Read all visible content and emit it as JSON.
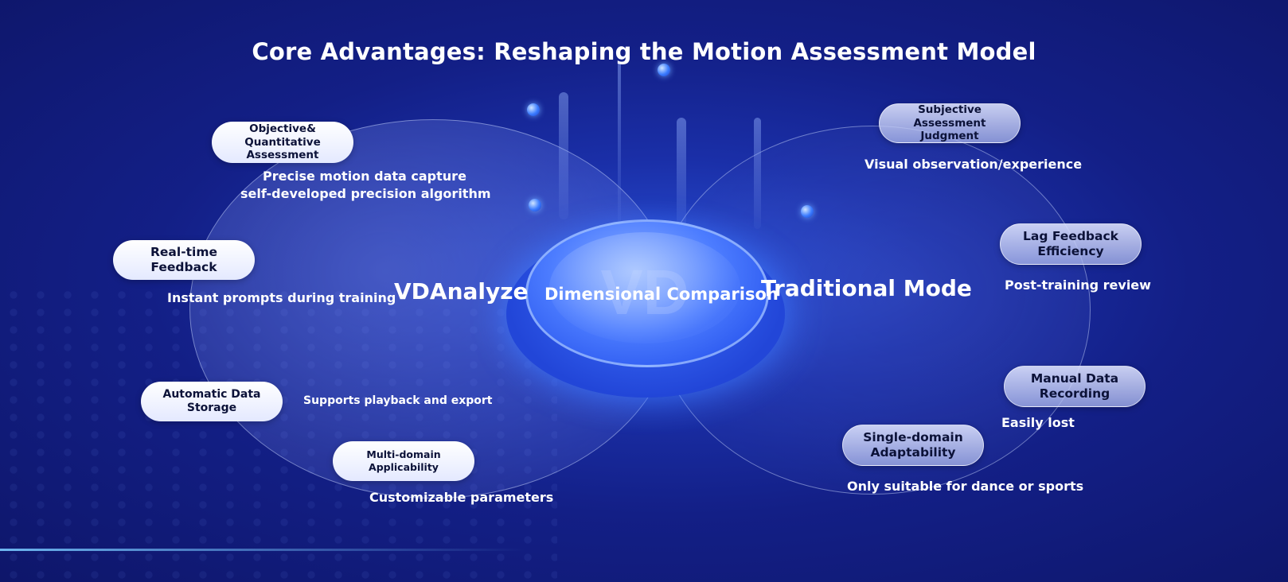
{
  "title": "Core Advantages: Reshaping the Motion Assessment Model",
  "center": {
    "left_label": "VDAnalyze",
    "center_label": "Dimensional Comparison",
    "right_label": "Traditional Mode",
    "watermark": "VD"
  },
  "left_items": [
    {
      "pill": "Objective& Quantitative Assessment",
      "desc_line1": "Precise motion data capture",
      "desc_line2": "self-developed precision algorithm"
    },
    {
      "pill": "Real-time Feedback",
      "desc": "Instant prompts during training"
    },
    {
      "pill": "Automatic Data Storage",
      "desc": "Supports playback and export"
    },
    {
      "pill": "Multi-domain Applicability",
      "desc": "Customizable parameters"
    }
  ],
  "right_items": [
    {
      "pill": "Subjective Assessment Judgment",
      "desc": "Visual observation/experience"
    },
    {
      "pill": "Lag Feedback Efficiency",
      "desc": "Post-training review"
    },
    {
      "pill": "Manual Data Recording",
      "desc": "Easily lost"
    },
    {
      "pill": "Single-domain Adaptability",
      "desc": "Only suitable for dance or sports"
    }
  ]
}
